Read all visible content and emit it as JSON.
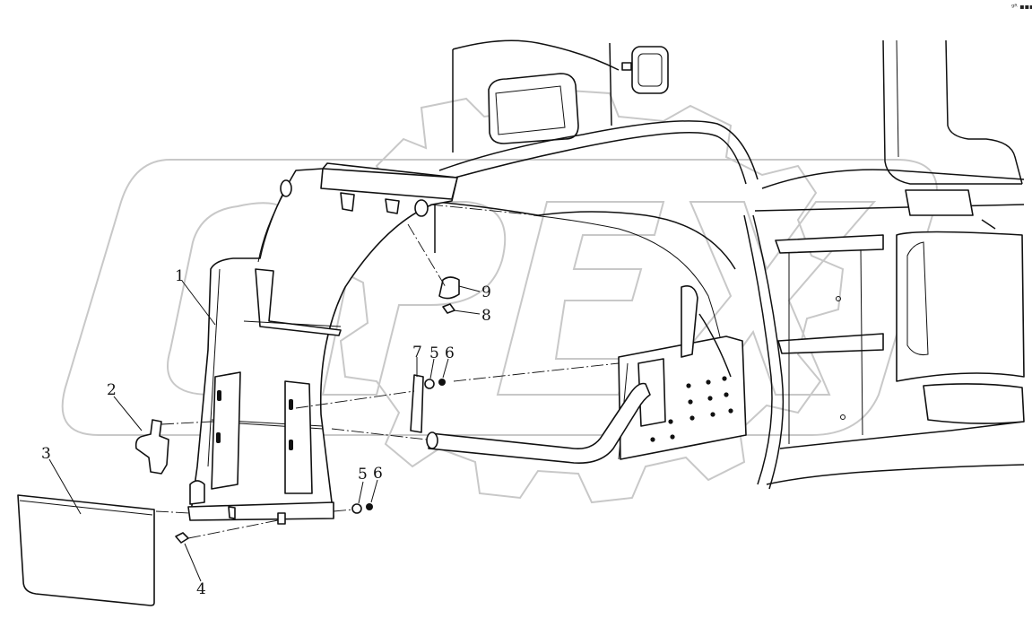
{
  "corner_mark": "ᵍᴿ ▪▪▪",
  "watermark": {
    "text": "OPEX",
    "color": "#c8c8c8"
  },
  "callouts": [
    "1",
    "2",
    "3",
    "4",
    "5",
    "6",
    "7",
    "5",
    "6",
    "8",
    "9"
  ],
  "colors": {
    "line": "#111111",
    "background": "#ffffff",
    "watermark": "#c8c8c8"
  }
}
